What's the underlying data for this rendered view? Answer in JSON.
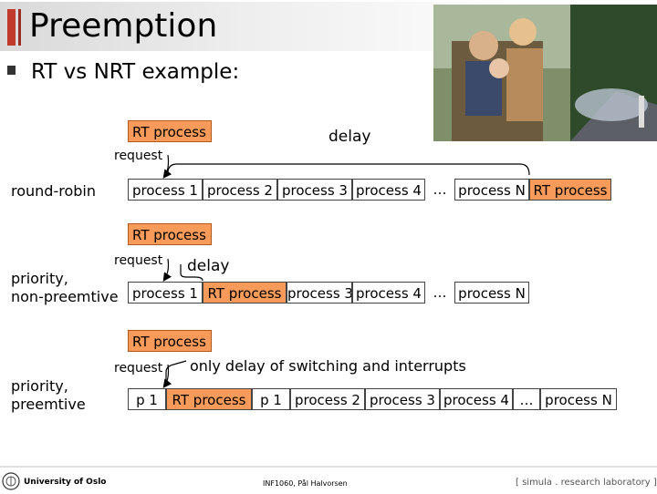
{
  "slide": {
    "title": "Preemption",
    "bullet": "RT vs NRT example:"
  },
  "labels": {
    "rt_process": "RT process",
    "request": "request",
    "delay": "delay",
    "delay_switching": "only delay of switching and interrupts"
  },
  "rows": {
    "round_robin": {
      "label": "round-robin",
      "cells": [
        "process 1",
        "process 2",
        "process 3",
        "process 4",
        "…",
        "process N",
        "RT process"
      ]
    },
    "priority_non_preemptive": {
      "label_line1": "priority,",
      "label_line2": "non-preemtive",
      "cells": [
        "process 1",
        "RT process",
        "process 3",
        "process 4",
        "…",
        "process N"
      ]
    },
    "priority_preemptive": {
      "label_line1": "priority,",
      "label_line2": "preemtive",
      "cells": [
        "p 1",
        "RT process",
        "p 1",
        "process 2",
        "process 3",
        "process 4",
        "…",
        "process N"
      ]
    }
  },
  "footer": {
    "university": "University of Oslo",
    "course": "INF1060, Pål Halvorsen",
    "lab": "[ simula . research laboratory ]"
  },
  "colors": {
    "rt_orange": "#f79a5a",
    "accent_red": "#c0392b"
  }
}
